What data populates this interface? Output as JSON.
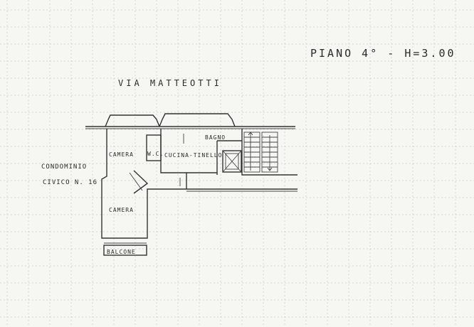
{
  "header": {
    "floor_label": "PIANO 4° - H=3.00"
  },
  "street": {
    "name": "VIA MATTEOTTI"
  },
  "neighbor": {
    "line1": "CONDOMINIO",
    "line2": "CIVICO N. 16"
  },
  "rooms": {
    "camera_top": "CAMERA",
    "wc": "W.C.",
    "cucina": "CUCINA-TINELLO",
    "bagno": "BAGNO",
    "camera_bottom": "CAMERA",
    "balcone": "BALCONE"
  }
}
